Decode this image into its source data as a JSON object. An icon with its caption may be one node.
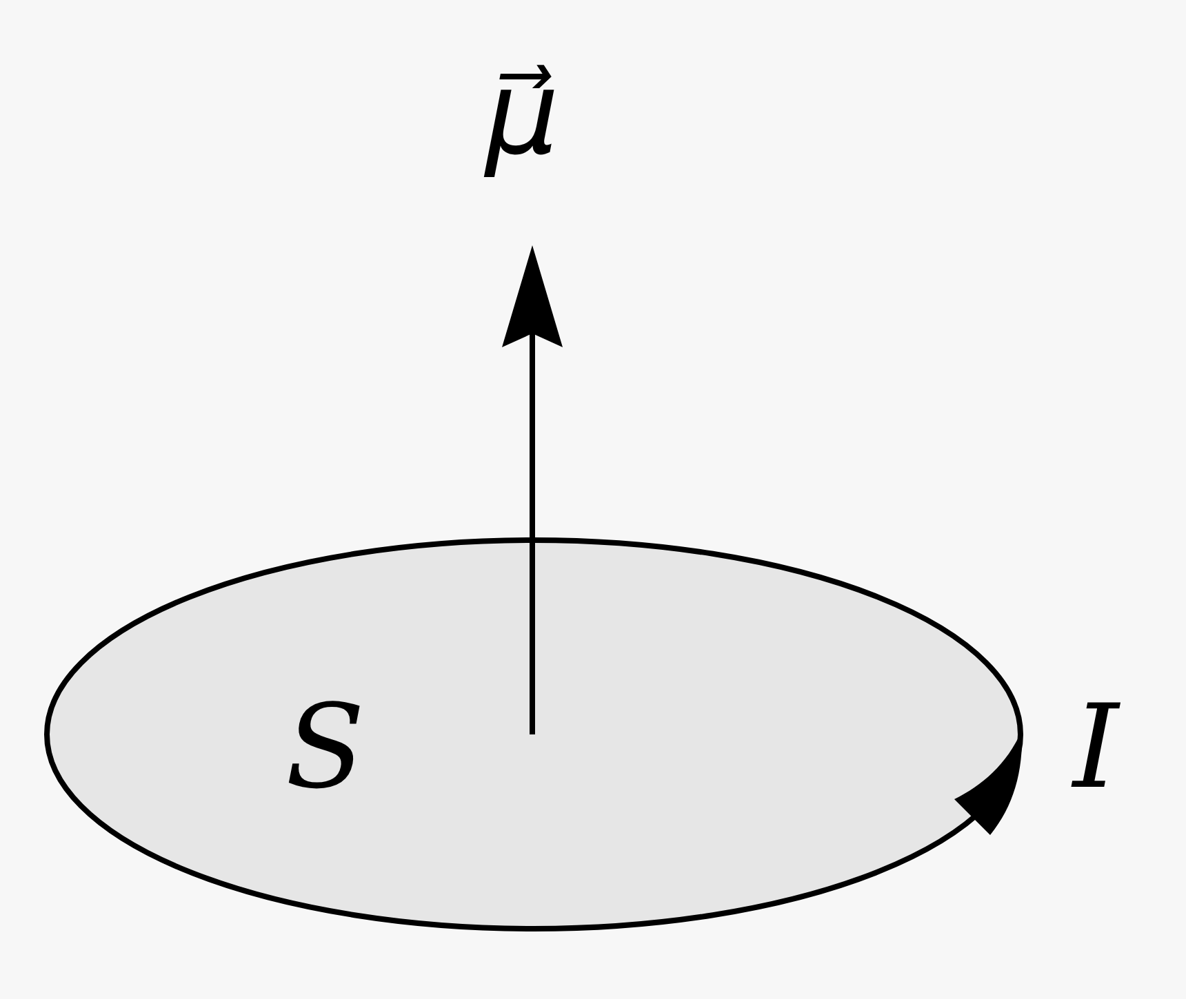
{
  "diagram": {
    "nodes": [
      {
        "text": [
          "S"
        ],
        "beside": [
          "I"
        ]
      }
    ],
    "labels": [
      "μ⃗"
    ]
  }
}
